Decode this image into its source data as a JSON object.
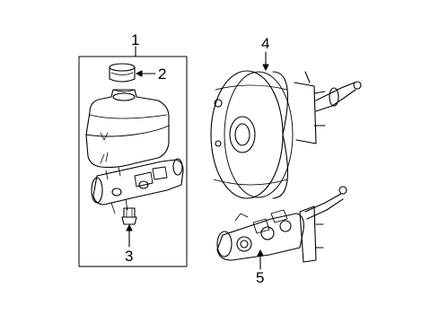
{
  "callouts": {
    "item_1": "1",
    "item_2": "2",
    "item_3": "3",
    "item_4": "4",
    "item_5": "5"
  },
  "colors": {
    "line": "#000000",
    "background": "#ffffff"
  },
  "icons": [
    "master-cylinder",
    "reservoir-cap",
    "pressure-sensor",
    "brake-booster",
    "hydraulic-booster"
  ]
}
